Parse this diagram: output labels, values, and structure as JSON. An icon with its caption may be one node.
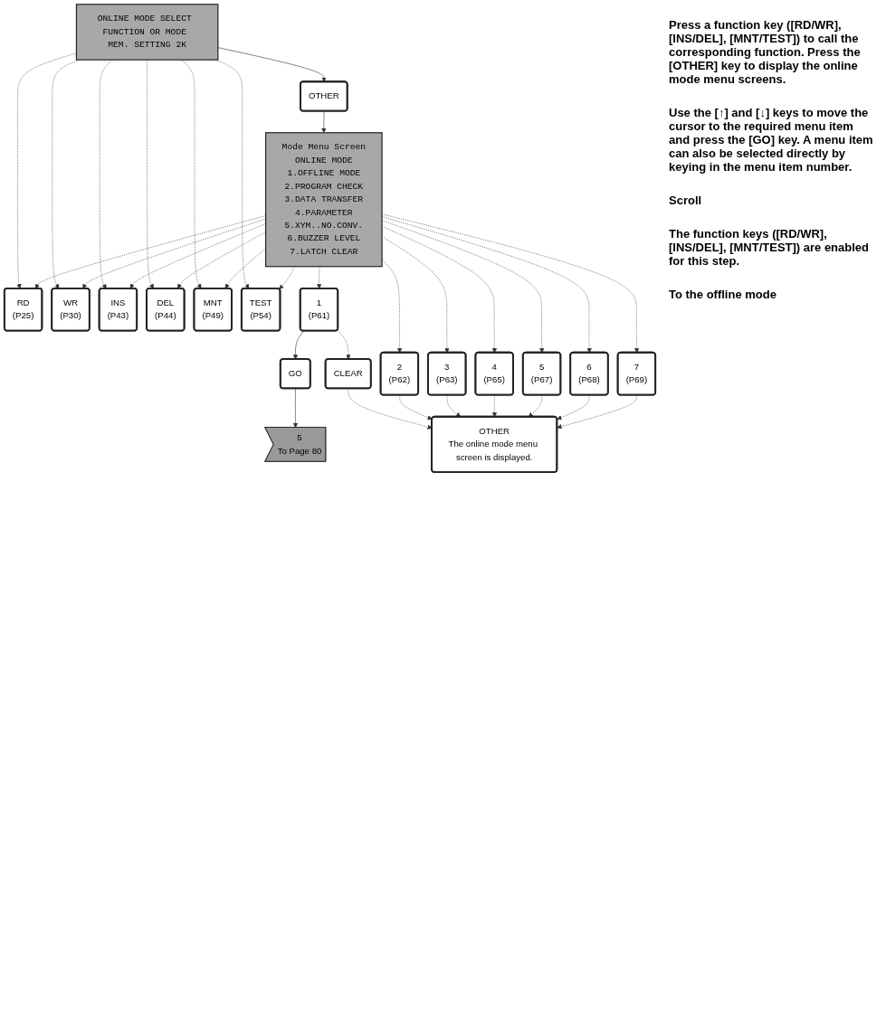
{
  "diagram": {
    "nodes": [
      {
        "text": [
          "ONLINE MODE SELECT FUNCTION OR MODE MEM. SETTING 2K"
        ]
      },
      {
        "text": [
          "RD",
          "(P25)"
        ]
      },
      {
        "text": [
          "WR",
          "(P30)"
        ]
      },
      {
        "text": [
          "INS",
          "(P43)"
        ]
      },
      {
        "text": [
          "DEL",
          "(P44)"
        ]
      },
      {
        "text": [
          "MNT",
          "(P49)"
        ]
      },
      {
        "text": [
          "TEST",
          "(P54)"
        ]
      },
      {
        "text": [
          "OTHER"
        ]
      },
      {
        "text": [
          "Mode Menu Screen",
          "ONLINE MODE",
          "1.OFFLINE MODE",
          "2.PROGRAM CHECK",
          "3.DATA TRANSFER",
          "4.PARAMETER",
          "5.XYM..NO.CONV.",
          "6.BUZZER LEVEL",
          "7.LATCH CLEAR"
        ]
      },
      {
        "text": [
          "5",
          "To Page 80"
        ]
      },
      {
        "text": [
          "GO"
        ]
      },
      {
        "text": [
          "1",
          "(P61)"
        ]
      },
      {
        "text": [
          "2",
          "(P62)"
        ]
      },
      {
        "text": [
          "3",
          "(P63)"
        ]
      },
      {
        "text": [
          "4",
          "(P65)"
        ]
      },
      {
        "text": [
          "5",
          "(P67)"
        ]
      },
      {
        "text": [
          "6",
          "(P68)"
        ]
      },
      {
        "text": [
          "7",
          "(P69)"
        ]
      },
      {
        "text": [
          "CLEAR"
        ]
      },
      {
        "text": [
          "OTHER",
          "The online mode menu screen is displayed."
        ]
      }
    ],
    "edges": [
      {
        "from": 0,
        "to": 1,
        "arrow": "to",
        "style": "dashed"
      },
      {
        "from": 0,
        "to": 2,
        "arrow": "to",
        "style": "dashed"
      },
      {
        "from": 0,
        "to": 3,
        "arrow": "to",
        "style": "dashed"
      },
      {
        "from": 0,
        "to": 4,
        "arrow": "to",
        "style": "dashed"
      },
      {
        "from": 0,
        "to": 5,
        "arrow": "to",
        "style": "dashed"
      },
      {
        "from": 0,
        "to": 6,
        "arrow": "to",
        "style": "dashed"
      },
      {
        "from": 0,
        "to": 7,
        "arrow": "to"
      },
      {
        "from": 7,
        "to": 8,
        "arrow": "to"
      },
      {
        "from": 8,
        "to": 1,
        "arrow": "to",
        "style": "dashed"
      },
      {
        "from": 8,
        "to": 2,
        "arrow": "to",
        "style": "dashed"
      },
      {
        "from": 8,
        "to": 3,
        "arrow": "to",
        "style": "dashed"
      },
      {
        "from": 8,
        "to": 4,
        "arrow": "to",
        "style": "dashed"
      },
      {
        "from": 8,
        "to": 5,
        "arrow": "to",
        "style": "dashed"
      },
      {
        "from": 8,
        "to": 6,
        "arrow": "to",
        "style": "dashed"
      },
      {
        "from": 8,
        "to": 11,
        "arrow": "to",
        "style": "dashed"
      },
      {
        "from": 8,
        "to": 12,
        "arrow": "to",
        "style": "dashed"
      },
      {
        "from": 8,
        "to": 13,
        "arrow": "to",
        "style": "dashed"
      },
      {
        "from": 8,
        "to": 14,
        "arrow": "to",
        "style": "dashed"
      },
      {
        "from": 8,
        "to": 15,
        "arrow": "to",
        "style": "dashed"
      },
      {
        "from": 8,
        "to": 16,
        "arrow": "to",
        "style": "dashed"
      },
      {
        "from": 8,
        "to": 17,
        "arrow": "to",
        "style": "dashed"
      },
      {
        "from": 11,
        "to": 10,
        "arrow": "to"
      },
      {
        "from": 10,
        "to": 9,
        "arrow": "to"
      },
      {
        "from": 11,
        "to": 18,
        "arrow": "to",
        "style": "dashed"
      },
      {
        "from": 18,
        "to": 19,
        "arrow": "to",
        "style": "dashed"
      },
      {
        "from": 12,
        "to": 19,
        "arrow": "to",
        "style": "dashed"
      },
      {
        "from": 13,
        "to": 19,
        "arrow": "to",
        "style": "dashed"
      },
      {
        "from": 14,
        "to": 19,
        "arrow": "to",
        "style": "dashed"
      },
      {
        "from": 15,
        "to": 19,
        "arrow": "to",
        "style": "dashed"
      },
      {
        "from": 16,
        "to": 19,
        "arrow": "to",
        "style": "dashed"
      },
      {
        "from": 17,
        "to": 19,
        "arrow": "to",
        "style": "dashed"
      }
    ],
    "labels": [
      "Press a function key ([RD/WR], [INS/DEL], [MNT/TEST]) to call the corresponding function. Press the [OTHER] key to display the online mode menu screens.",
      "Use the [↑] and [↓] keys to move the cursor to the required menu item and press the [GO] key. A menu item can also be selected directly by keying in the menu item number.",
      "Scroll",
      "The function keys ([RD/WR], [INS/DEL], [MNT/TEST]) are enabled for this step.",
      "To the offline mode"
    ]
  }
}
